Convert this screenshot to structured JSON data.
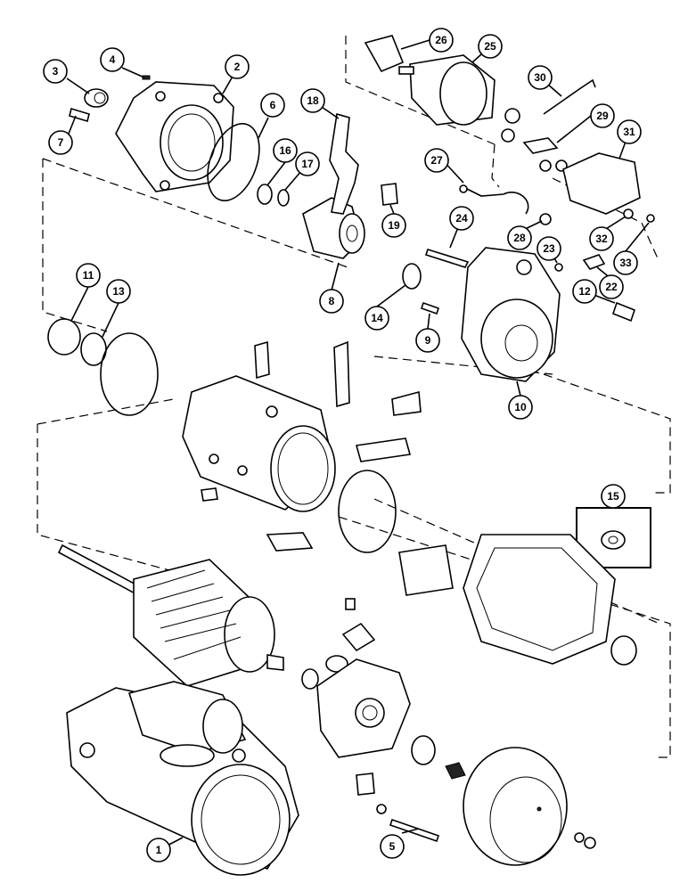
{
  "callouts": [
    {
      "id": "c1",
      "label": "1"
    },
    {
      "id": "c2",
      "label": "2"
    },
    {
      "id": "c3",
      "label": "3"
    },
    {
      "id": "c4",
      "label": "4"
    },
    {
      "id": "c5",
      "label": "5"
    },
    {
      "id": "c6",
      "label": "6"
    },
    {
      "id": "c7",
      "label": "7"
    },
    {
      "id": "c8",
      "label": "8"
    },
    {
      "id": "c9",
      "label": "9"
    },
    {
      "id": "c10",
      "label": "10"
    },
    {
      "id": "c11",
      "label": "11"
    },
    {
      "id": "c12",
      "label": "12"
    },
    {
      "id": "c13",
      "label": "13"
    },
    {
      "id": "c14",
      "label": "14"
    },
    {
      "id": "c15",
      "label": "15"
    },
    {
      "id": "c16",
      "label": "16"
    },
    {
      "id": "c17",
      "label": "17"
    },
    {
      "id": "c18",
      "label": "18"
    },
    {
      "id": "c19",
      "label": "19"
    },
    {
      "id": "c22",
      "label": "22"
    },
    {
      "id": "c23",
      "label": "23"
    },
    {
      "id": "c24",
      "label": "24"
    },
    {
      "id": "c25",
      "label": "25"
    },
    {
      "id": "c26",
      "label": "26"
    },
    {
      "id": "c27",
      "label": "27"
    },
    {
      "id": "c28",
      "label": "28"
    },
    {
      "id": "c29",
      "label": "29"
    },
    {
      "id": "c30",
      "label": "30"
    },
    {
      "id": "c31",
      "label": "31"
    },
    {
      "id": "c32",
      "label": "32"
    },
    {
      "id": "c33",
      "label": "33"
    }
  ]
}
